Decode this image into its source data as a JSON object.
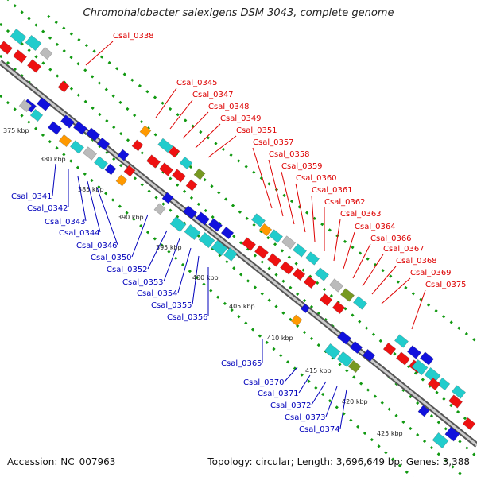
{
  "title": "Chromohalobacter salexigens DSM 3043, complete genome",
  "footer": {
    "accession": "Accession: NC_007963",
    "topology": "Topology: circular; Length: 3,696,649 bp; Genes: 3,388"
  },
  "colors": {
    "forward_cds": "#ee1111",
    "reverse_cds": "#1111dd",
    "cyan": "#22cccc",
    "orange": "#ff9900",
    "olive": "#779922",
    "gray": "#bbbbbb",
    "backbone": "#999999",
    "grid": "#119911",
    "red_label": "#dd0000",
    "blue_label": "#0000bb"
  },
  "kbp_ticks": [
    "375 kbp",
    "380 kbp",
    "385 kbp",
    "390 kbp",
    "395 kbp",
    "400 kbp",
    "405 kbp",
    "410 kbp",
    "415 kbp",
    "420 kbp",
    "425 kbp"
  ],
  "red_labels": [
    "Csal_0338",
    "Csal_0345",
    "Csal_0347",
    "Csal_0348",
    "Csal_0349",
    "Csal_0351",
    "Csal_0357",
    "Csal_0358",
    "Csal_0359",
    "Csal_0360",
    "Csal_0361",
    "Csal_0362",
    "Csal_0363",
    "Csal_0364",
    "Csal_0366",
    "Csal_0367",
    "Csal_0368",
    "Csal_0369",
    "Csal_0375"
  ],
  "blue_labels": [
    "Csal_0341",
    "Csal_0342",
    "Csal_0343",
    "Csal_0344",
    "Csal_0346",
    "Csal_0350",
    "Csal_0352",
    "Csal_0353",
    "Csal_0354",
    "Csal_0355",
    "Csal_0356",
    "Csal_0365",
    "Csal_0370",
    "Csal_0371",
    "Csal_0372",
    "Csal_0373",
    "Csal_0374"
  ]
}
